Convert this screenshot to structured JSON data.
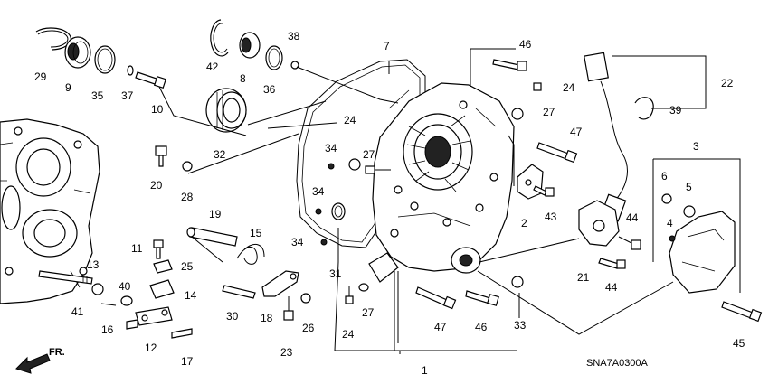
{
  "callouts": [
    {
      "id": "c1",
      "text": "1"
    },
    {
      "id": "c2",
      "text": "2"
    },
    {
      "id": "c3",
      "text": "3"
    },
    {
      "id": "c4",
      "text": "4"
    },
    {
      "id": "c5",
      "text": "5"
    },
    {
      "id": "c6",
      "text": "6"
    },
    {
      "id": "c7",
      "text": "7"
    },
    {
      "id": "c8",
      "text": "8"
    },
    {
      "id": "c9",
      "text": "9"
    },
    {
      "id": "c10",
      "text": "10"
    },
    {
      "id": "c11",
      "text": "11"
    },
    {
      "id": "c12",
      "text": "12"
    },
    {
      "id": "c13",
      "text": "13"
    },
    {
      "id": "c14",
      "text": "14"
    },
    {
      "id": "c15",
      "text": "15"
    },
    {
      "id": "c16",
      "text": "16"
    },
    {
      "id": "c17",
      "text": "17"
    },
    {
      "id": "c18",
      "text": "18"
    },
    {
      "id": "c19",
      "text": "19"
    },
    {
      "id": "c20",
      "text": "20"
    },
    {
      "id": "c21",
      "text": "21"
    },
    {
      "id": "c22",
      "text": "22"
    },
    {
      "id": "c23",
      "text": "23"
    },
    {
      "id": "c24a",
      "text": "24"
    },
    {
      "id": "c24b",
      "text": "24"
    },
    {
      "id": "c24c",
      "text": "24"
    },
    {
      "id": "c25",
      "text": "25"
    },
    {
      "id": "c26",
      "text": "26"
    },
    {
      "id": "c27a",
      "text": "27"
    },
    {
      "id": "c27b",
      "text": "27"
    },
    {
      "id": "c27c",
      "text": "27"
    },
    {
      "id": "c28",
      "text": "28"
    },
    {
      "id": "c29",
      "text": "29"
    },
    {
      "id": "c30",
      "text": "30"
    },
    {
      "id": "c31",
      "text": "31"
    },
    {
      "id": "c32",
      "text": "32"
    },
    {
      "id": "c33",
      "text": "33"
    },
    {
      "id": "c34a",
      "text": "34"
    },
    {
      "id": "c34b",
      "text": "34"
    },
    {
      "id": "c34c",
      "text": "34"
    },
    {
      "id": "c35",
      "text": "35"
    },
    {
      "id": "c36",
      "text": "36"
    },
    {
      "id": "c37",
      "text": "37"
    },
    {
      "id": "c38",
      "text": "38"
    },
    {
      "id": "c39",
      "text": "39"
    },
    {
      "id": "c40",
      "text": "40"
    },
    {
      "id": "c41",
      "text": "41"
    },
    {
      "id": "c42",
      "text": "42"
    },
    {
      "id": "c43",
      "text": "43"
    },
    {
      "id": "c44a",
      "text": "44"
    },
    {
      "id": "c44b",
      "text": "44"
    },
    {
      "id": "c45",
      "text": "45"
    },
    {
      "id": "c46a",
      "text": "46"
    },
    {
      "id": "c46b",
      "text": "46"
    },
    {
      "id": "c47a",
      "text": "47"
    },
    {
      "id": "c47b",
      "text": "47"
    }
  ],
  "front_arrow_label": "FR.",
  "diagram_code": "SNA7A0300A"
}
